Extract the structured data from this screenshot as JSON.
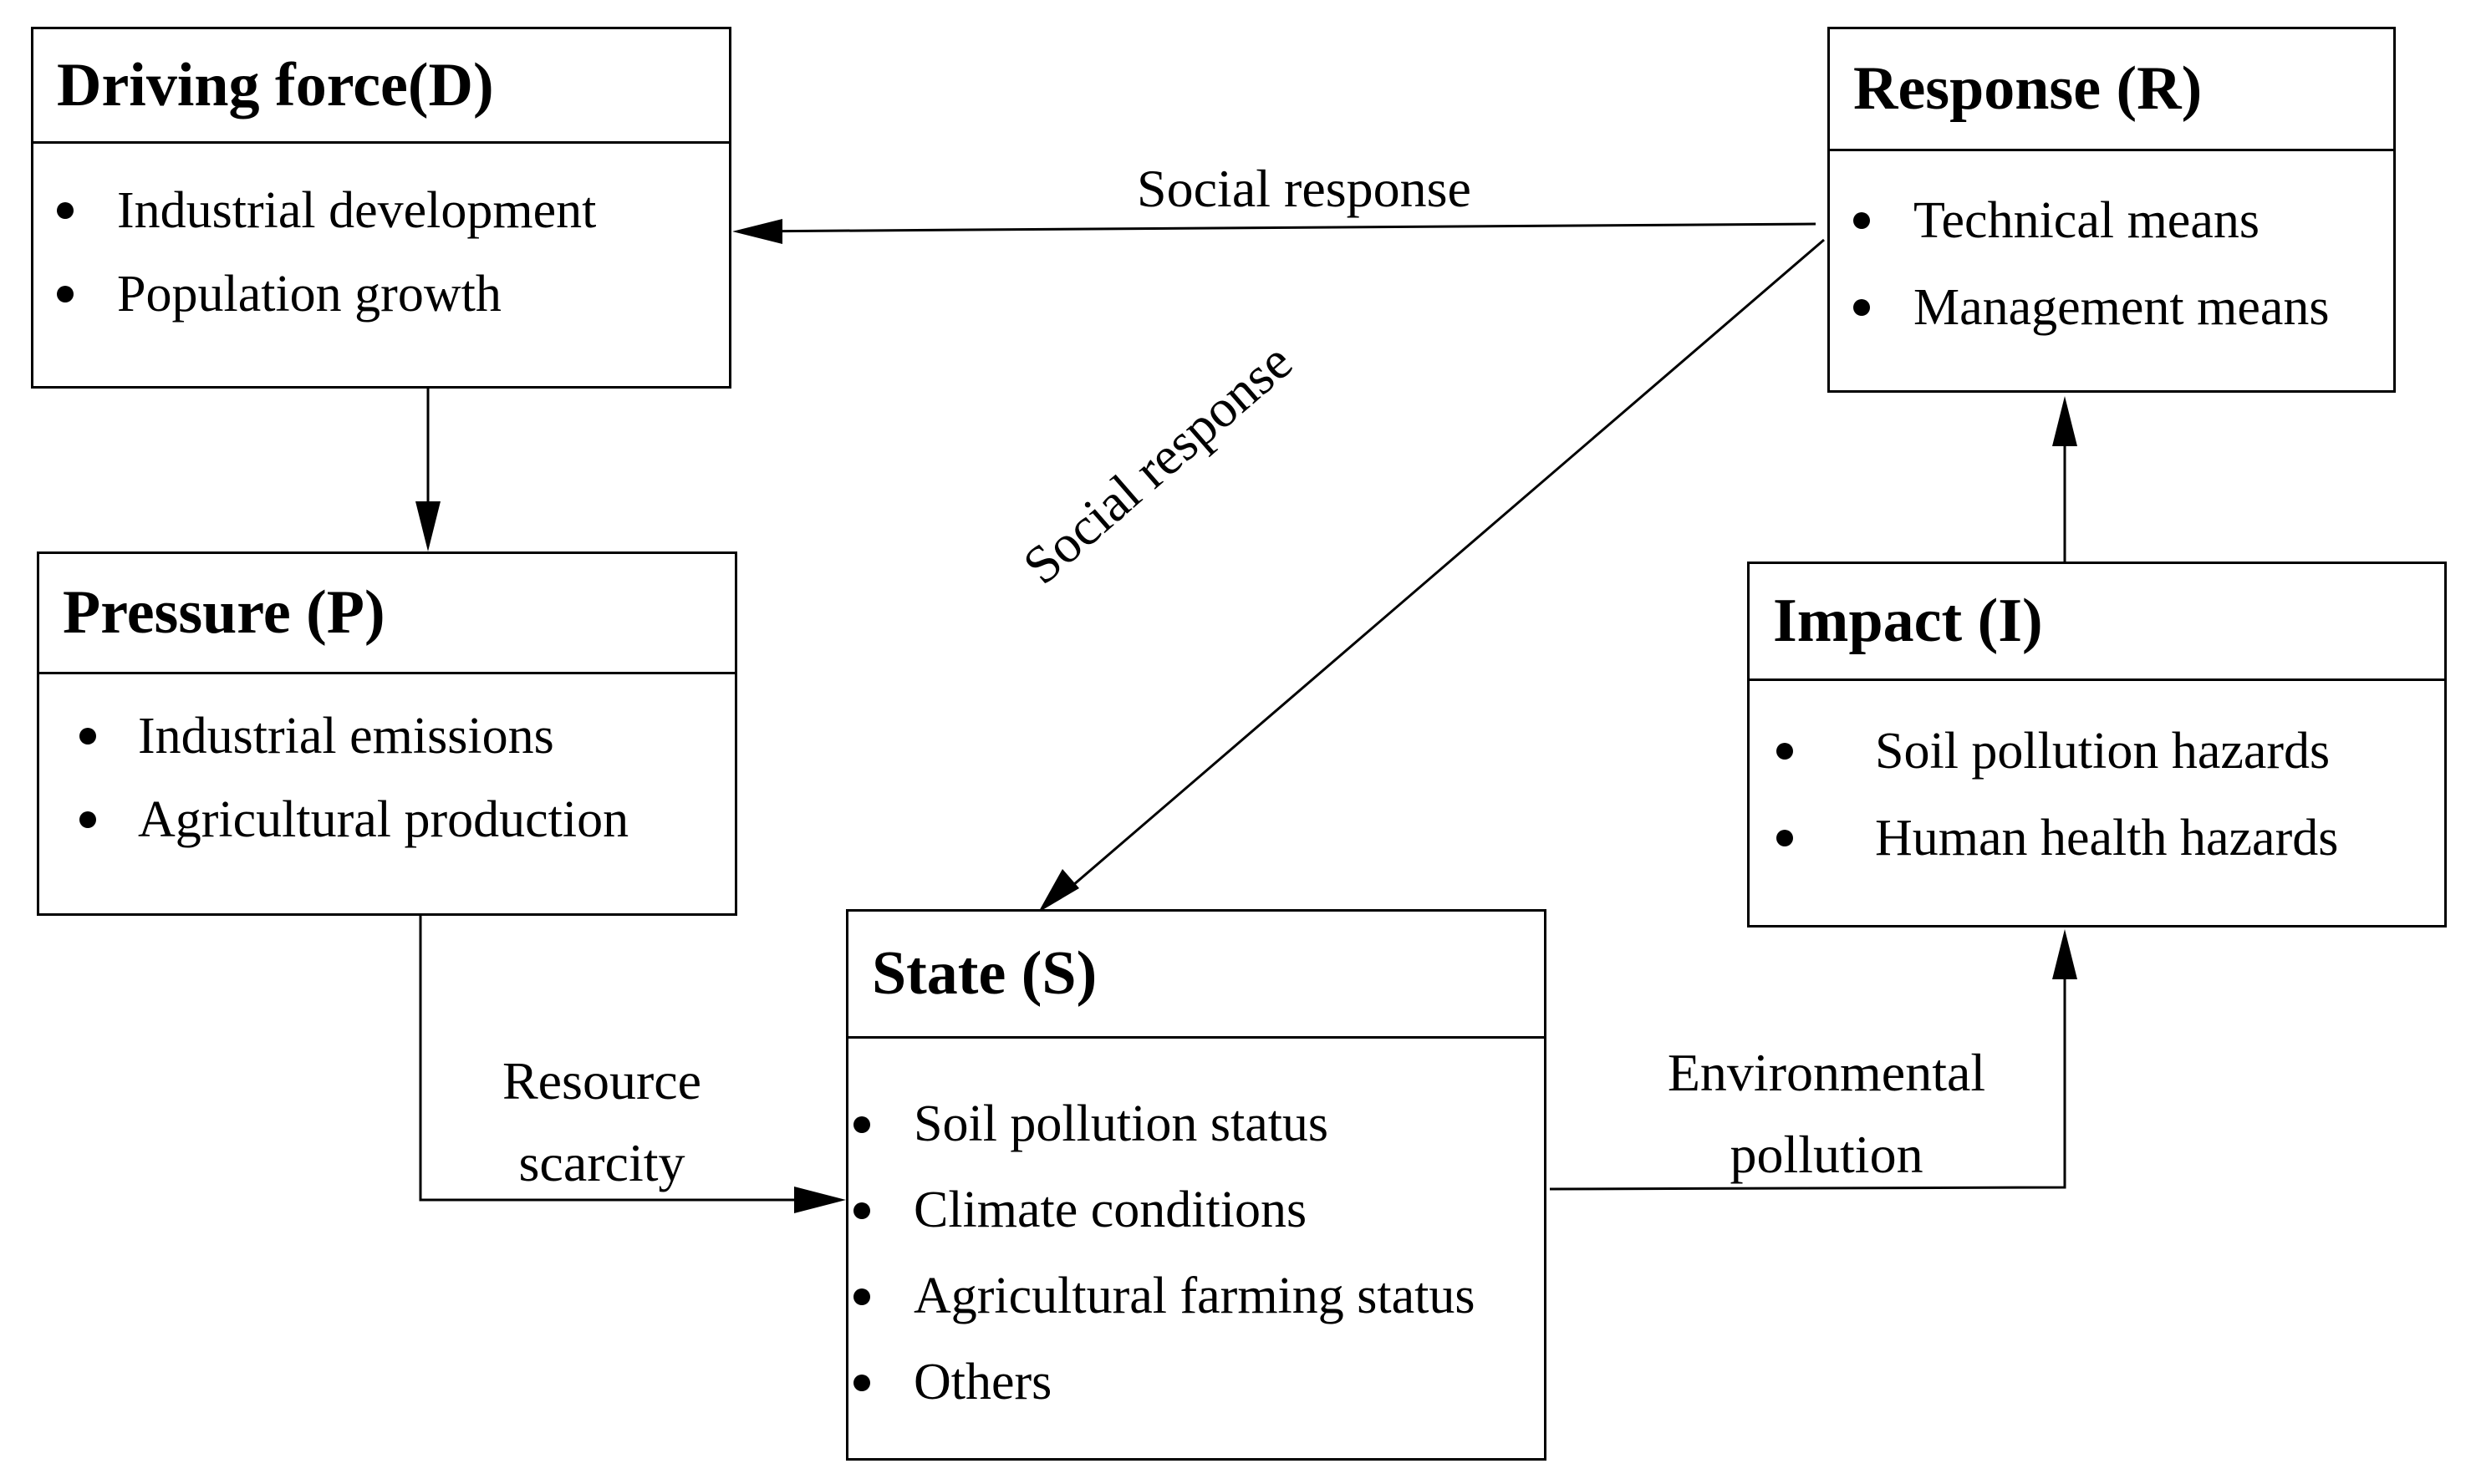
{
  "boxes": {
    "driving_force": {
      "title": "Driving force(D)",
      "items": [
        "Industrial development",
        "Population growth"
      ]
    },
    "response": {
      "title": "Response (R)",
      "items": [
        "Technical means",
        "Management means"
      ]
    },
    "pressure": {
      "title": "Pressure (P)",
      "items": [
        "Industrial emissions",
        "Agricultural production"
      ]
    },
    "impact": {
      "title": "Impact (I)",
      "items": [
        "Soil pollution hazards",
        "Human health hazards"
      ]
    },
    "state": {
      "title": "State (S)",
      "items": [
        "Soil pollution status",
        "Climate conditions",
        "Agricultural farming status",
        "Others"
      ]
    }
  },
  "edges": {
    "response_to_driving": "Social response",
    "response_to_state": "Social response",
    "pressure_to_state_line1": "Resource",
    "pressure_to_state_line2": "scarcity",
    "state_to_impact_line1": "Environmental",
    "state_to_impact_line2": "pollution"
  }
}
